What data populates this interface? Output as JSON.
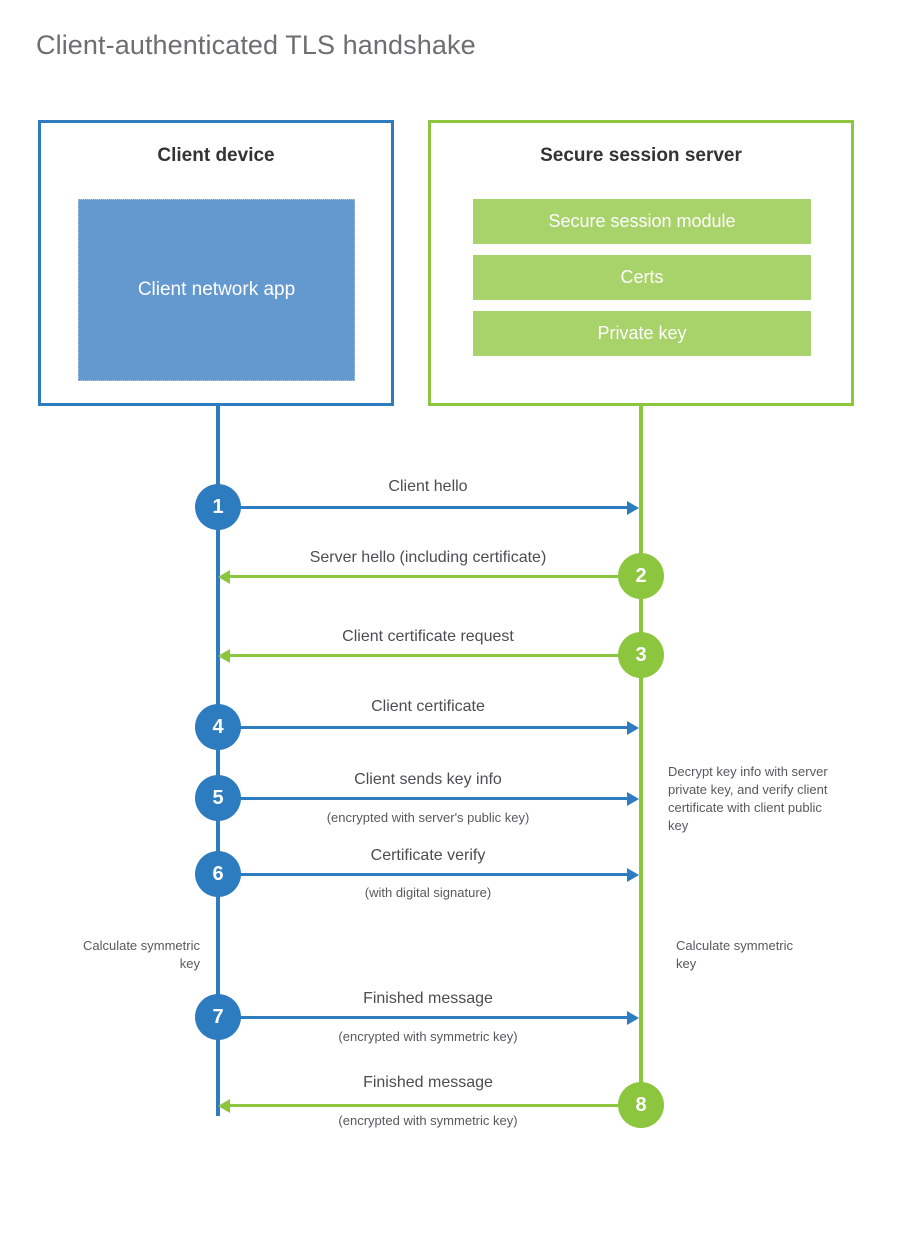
{
  "diagram": {
    "title": "Client-authenticated TLS handshake",
    "colors": {
      "client_blue": "#2e7cc0",
      "client_app_fill": "#6499d0",
      "server_green": "#8cc63f",
      "module_fill": "#a8d26a",
      "title_gray": "#6d6e71",
      "text_gray": "#58595b"
    }
  },
  "client": {
    "title": "Client device",
    "app_label": "Client network app"
  },
  "server": {
    "title": "Secure session server",
    "modules": [
      {
        "label": "Secure session module"
      },
      {
        "label": "Certs"
      },
      {
        "label": "Private key"
      }
    ]
  },
  "steps": [
    {
      "number": "1",
      "label": "Client hello",
      "sub": "",
      "direction": "client-to-server",
      "side": "client"
    },
    {
      "number": "2",
      "label": "Server hello (including certificate)",
      "sub": "",
      "direction": "server-to-client",
      "side": "server"
    },
    {
      "number": "3",
      "label": "Client certificate request",
      "sub": "",
      "direction": "server-to-client",
      "side": "server"
    },
    {
      "number": "4",
      "label": "Client certificate",
      "sub": "",
      "direction": "client-to-server",
      "side": "client"
    },
    {
      "number": "5",
      "label": "Client sends key info",
      "sub": "(encrypted with server's public key)",
      "direction": "client-to-server",
      "side": "client"
    },
    {
      "number": "6",
      "label": "Certificate verify",
      "sub": "(with digital signature)",
      "direction": "client-to-server",
      "side": "client"
    },
    {
      "number": "7",
      "label": "Finished message",
      "sub": "(encrypted with symmetric key)",
      "direction": "client-to-server",
      "side": "client"
    },
    {
      "number": "8",
      "label": "Finished message",
      "sub": "(encrypted with symmetric key)",
      "direction": "server-to-client",
      "side": "server"
    }
  ],
  "annotations": {
    "server_decrypt": "Decrypt key info with server private key, and verify client certificate with client public key",
    "client_calculate": "Calculate symmetric key",
    "server_calculate": "Calculate symmetric key"
  }
}
